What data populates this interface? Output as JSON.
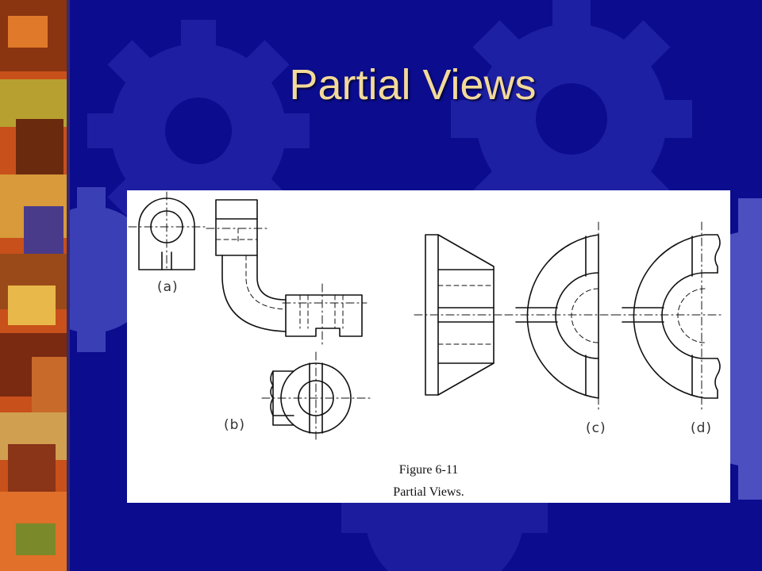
{
  "slide": {
    "title": "Partial Views",
    "colors": {
      "background": "#0b0c8e",
      "gear": "#2a2cae",
      "title": "#f2d99a",
      "left_strip": "#c8501a"
    }
  },
  "figure": {
    "number": "Figure 6-11",
    "caption": "Partial Views.",
    "labels": {
      "a": "(a)",
      "b": "(b)",
      "c": "(c)",
      "d": "(d)"
    }
  }
}
